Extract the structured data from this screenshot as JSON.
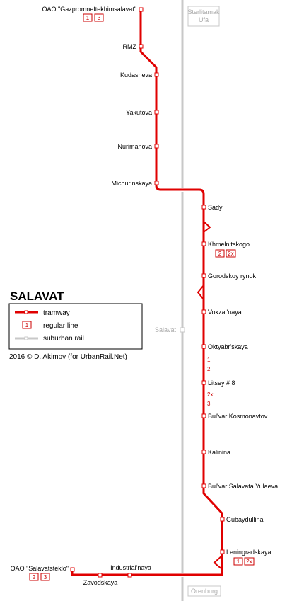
{
  "title": "SALAVAT",
  "credit": "2016 © D. Akimov (for UrbanRail.Net)",
  "colors": {
    "tram": "#e00000",
    "rail": "#c8c8c8",
    "rail_text": "#aaaaaa",
    "badge": "#cc0000"
  },
  "legend": {
    "tramway": "tramway",
    "regular_line": "regular line",
    "regular_line_badge": "1",
    "suburban_rail": "suburban rail"
  },
  "rail": {
    "top_box": [
      "Sterlitamak",
      "Ufa"
    ],
    "middle": "Salavat",
    "bottom_box": "Orenburg"
  },
  "stations": [
    {
      "name": "OAO \"Gazpromneftekhimsalavat\"",
      "badges": [
        "1",
        "3"
      ]
    },
    {
      "name": "RMZ"
    },
    {
      "name": "Kudasheva"
    },
    {
      "name": "Yakutova"
    },
    {
      "name": "Nurimanova"
    },
    {
      "name": "Michurinskaya"
    },
    {
      "name": "Sady"
    },
    {
      "name": "Khmelnitskogo",
      "badges": [
        "2",
        "2x"
      ]
    },
    {
      "name": "Gorodskoy rynok"
    },
    {
      "name": "Vokzal'naya"
    },
    {
      "name": "Oktyabr'skaya"
    },
    {
      "name": "Litsey # 8"
    },
    {
      "name": "Bul'var Kosmonavtov"
    },
    {
      "name": "Kalinina"
    },
    {
      "name": "Bul'var Salavata Yulaeva"
    },
    {
      "name": "Gubaydullina"
    },
    {
      "name": "Leningradskaya",
      "badges": [
        "1",
        "2x"
      ]
    },
    {
      "name": "Industrial'naya"
    },
    {
      "name": "Zavodskaya"
    },
    {
      "name": "OAO \"Salavatsteklo\"",
      "badges": [
        "2",
        "3"
      ]
    }
  ],
  "line_labels": [
    "1",
    "2",
    "2x",
    "3"
  ]
}
